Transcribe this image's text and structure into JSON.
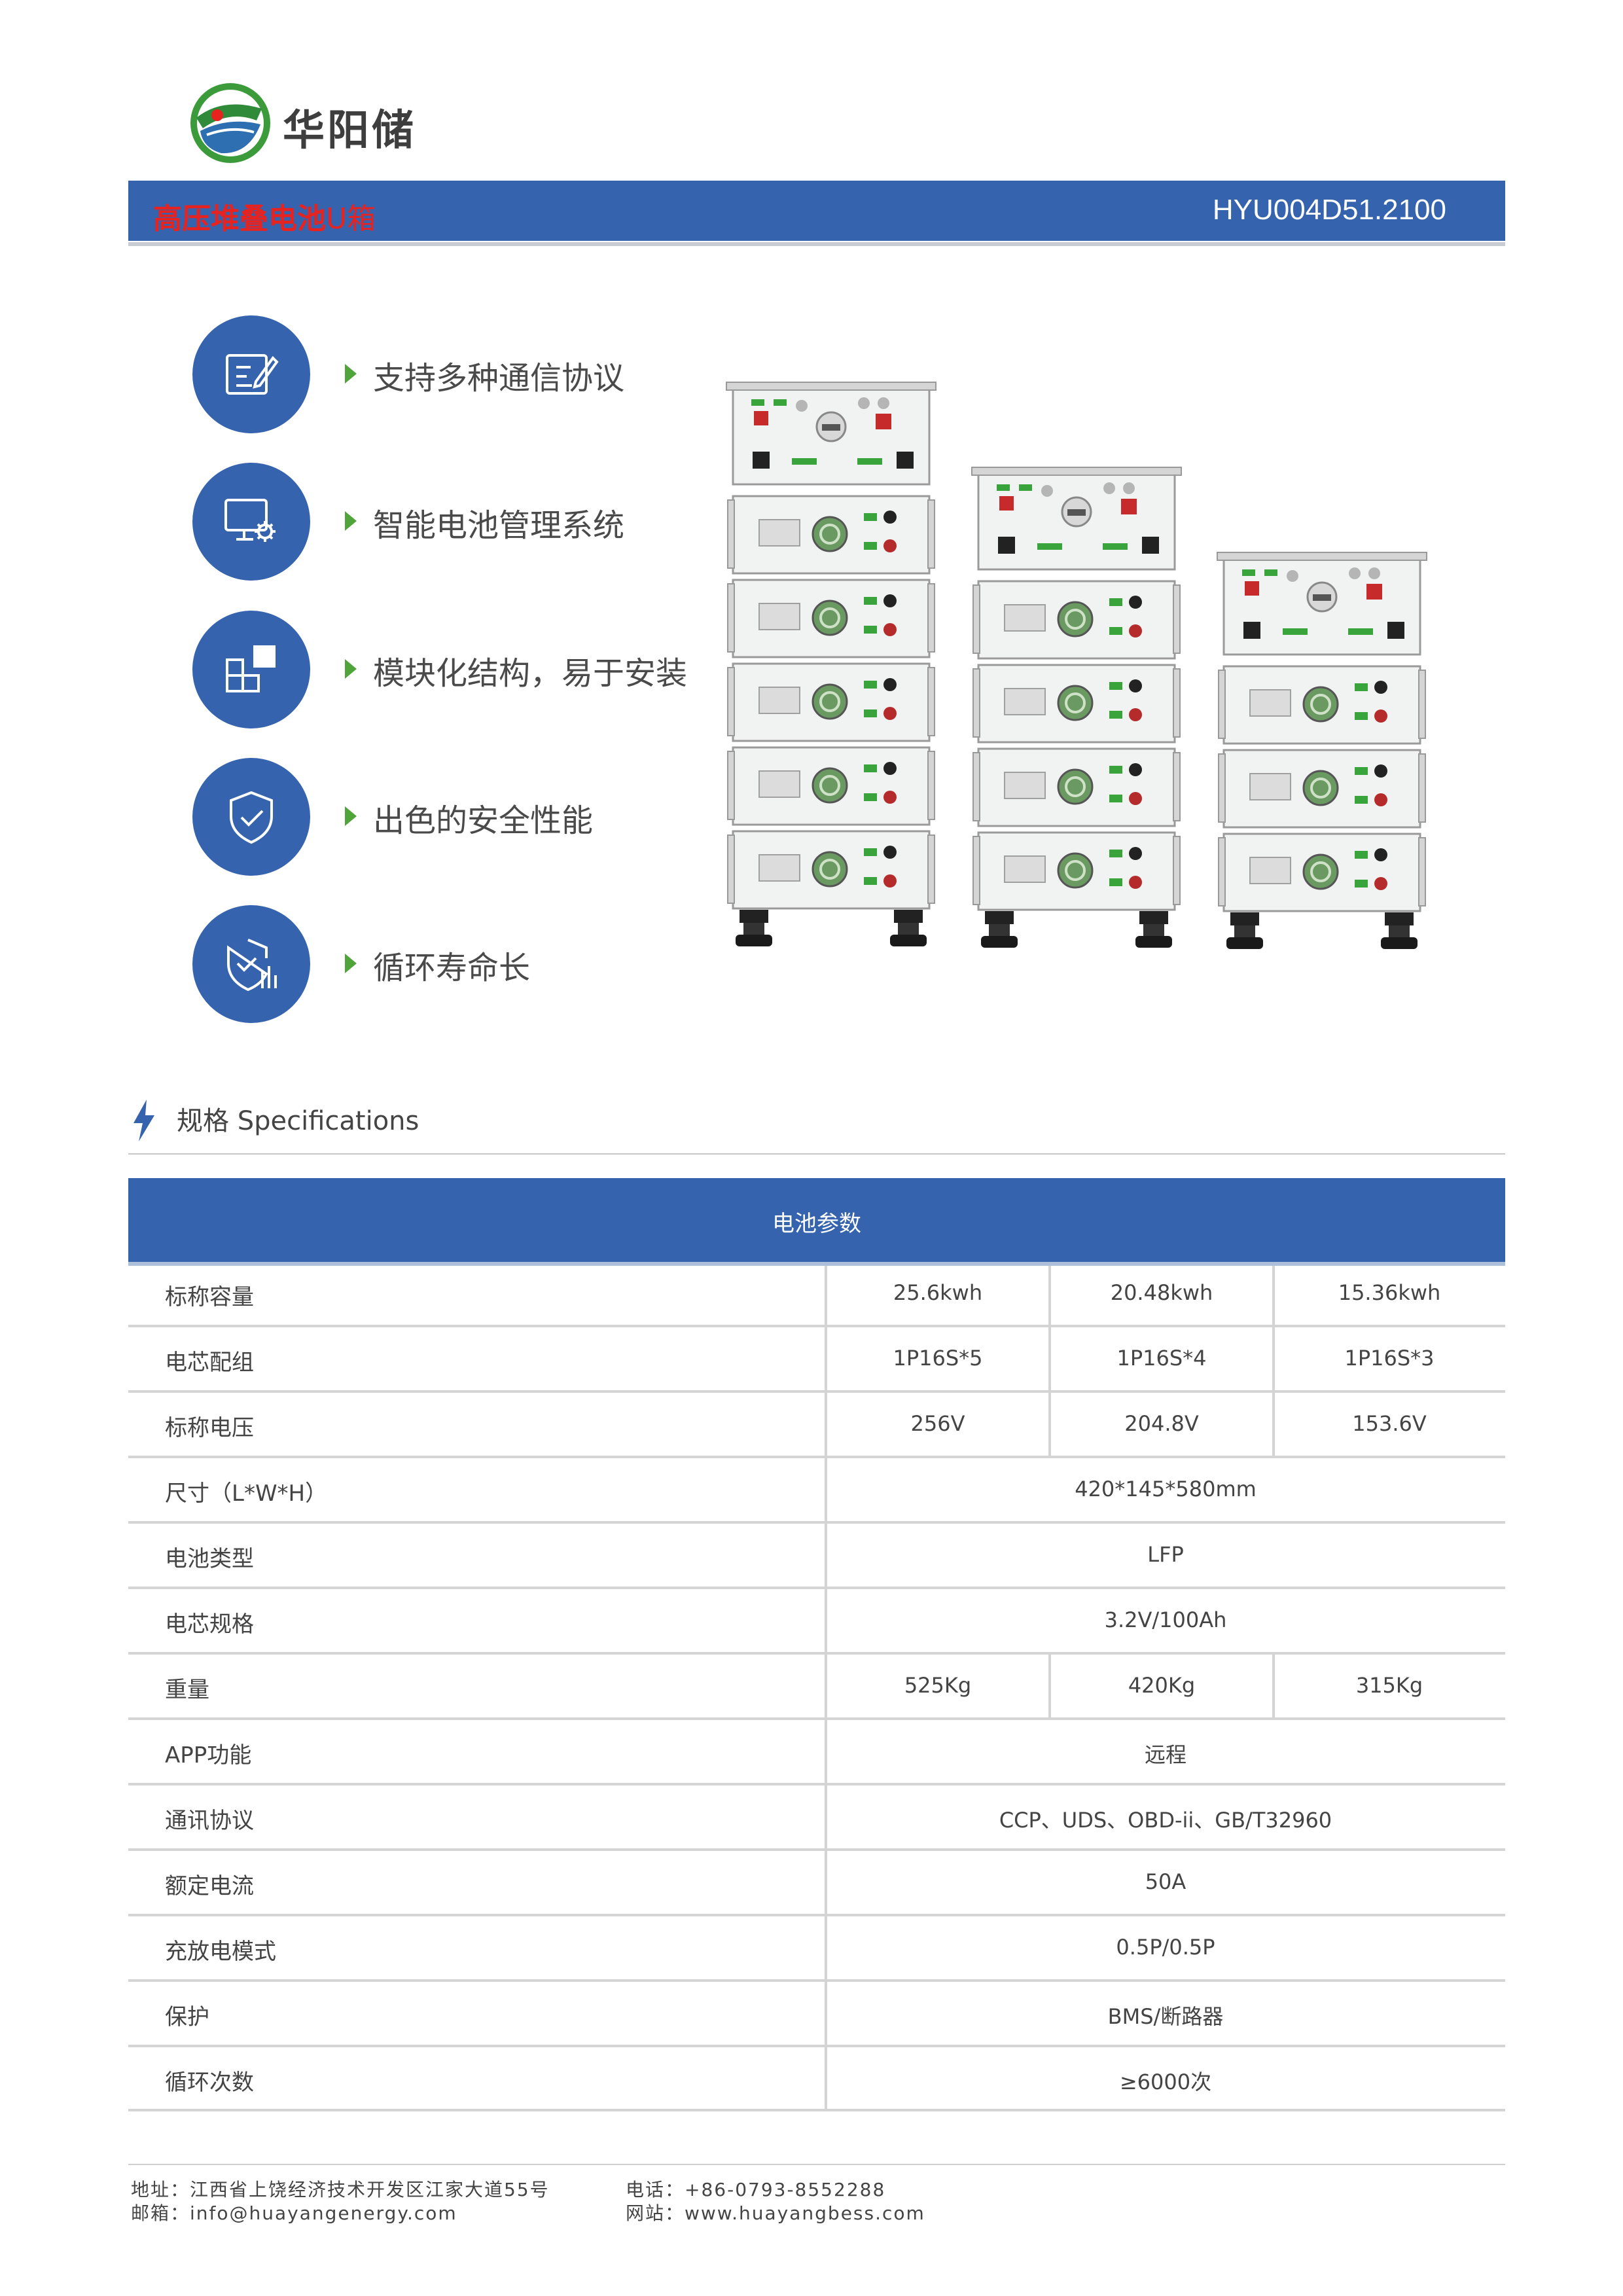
{
  "header": {
    "brand": "华阳储",
    "title_red": "高压堆叠电池",
    "title_red_thin": "U箱",
    "model": "HYU004D51.2100"
  },
  "features": [
    {
      "icon": "document-edit-icon",
      "label": "支持多种通信协议"
    },
    {
      "icon": "monitor-gear-icon",
      "label": "智能电池管理系统"
    },
    {
      "icon": "modules-grid-icon",
      "label": "模块化结构，易于安装"
    },
    {
      "icon": "shield-check-icon",
      "label": "出色的安全性能"
    },
    {
      "icon": "shield-chart-icon",
      "label": "循环寿命长"
    }
  ],
  "specs": {
    "heading": "规格 Specifications",
    "table_title": "电池参数",
    "rows": [
      {
        "label": "标称容量",
        "values": [
          "25.6kwh",
          "20.48kwh",
          "15.36kwh"
        ]
      },
      {
        "label": "电芯配组",
        "values": [
          "1P16S*5",
          "1P16S*4",
          "1P16S*3"
        ]
      },
      {
        "label": "标称电压",
        "values": [
          "256V",
          "204.8V",
          "153.6V"
        ]
      },
      {
        "label": "尺寸（L*W*H）",
        "value": "420*145*580mm"
      },
      {
        "label": "电池类型",
        "value": "LFP"
      },
      {
        "label": "电芯规格",
        "value": "3.2V/100Ah"
      },
      {
        "label": "重量",
        "values": [
          "525Kg",
          "420Kg",
          "315Kg"
        ]
      },
      {
        "label": "APP功能",
        "value": "远程"
      },
      {
        "label": "通讯协议",
        "value": "CCP、UDS、OBD-ii、GB/T32960"
      },
      {
        "label": "额定电流",
        "value": "50A"
      },
      {
        "label": "充放电模式",
        "value": "0.5P/0.5P"
      },
      {
        "label": "保护",
        "value": "BMS/断路器"
      },
      {
        "label": "循环次数",
        "value": "≥6000次"
      }
    ]
  },
  "footer": {
    "address": "地址：江西省上饶经济技术开发区江家大道55号",
    "email": "邮箱：info@huayangenergy.com",
    "phone": "电话：+86-0793-8552288",
    "website": "网站：www.huayangbess.com"
  },
  "colors": {
    "primary_blue": "#3563ae",
    "title_red": "#e8231f",
    "accent_green": "#4fa43a"
  }
}
